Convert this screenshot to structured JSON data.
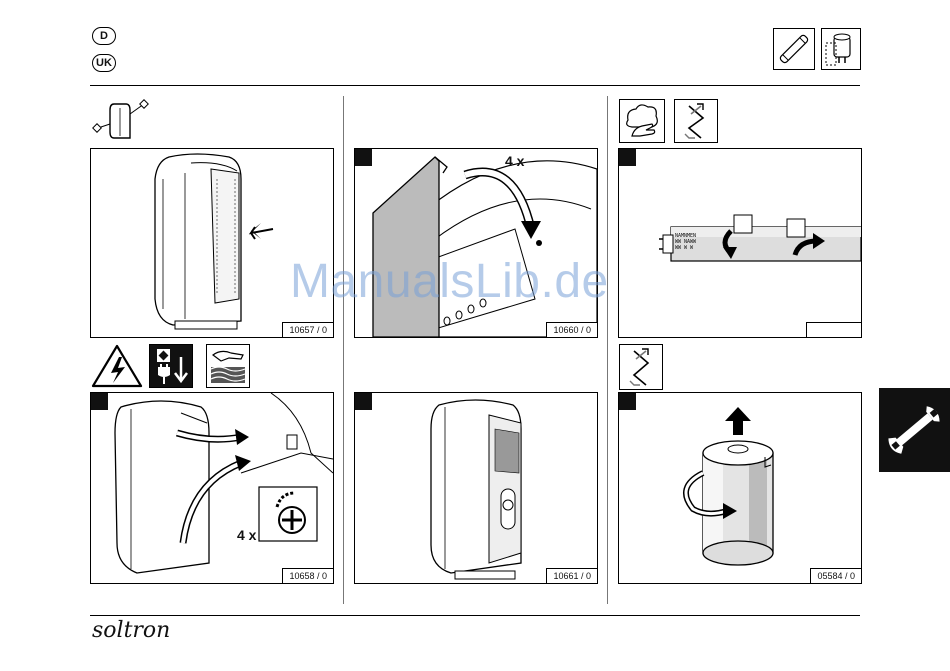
{
  "header": {
    "lang_de": "D",
    "lang_uk": "UK"
  },
  "panels": {
    "p1": {
      "caption": "10657 / 0"
    },
    "p2": {
      "caption": "10660 / 0",
      "count_label": "4 x"
    },
    "p3": {
      "caption": ""
    },
    "p4": {
      "caption": "10658 / 0",
      "count_label": "4 x"
    },
    "p5": {
      "caption": "10661 / 0"
    },
    "p6": {
      "caption": "05584 / 0"
    }
  },
  "tube_print": "NAMNMEN\nWW NAWW\nWW W W",
  "watermark": "ManualsLib.de",
  "footer": {
    "brand": "soltron"
  },
  "icons": [
    "tube-icon",
    "starter-icon",
    "rotate-view-icon",
    "electric-hazard-icon",
    "unplug-power-icon",
    "hot-surface-icon",
    "clean-hands-icon",
    "replace-icon",
    "wrench-icon"
  ]
}
